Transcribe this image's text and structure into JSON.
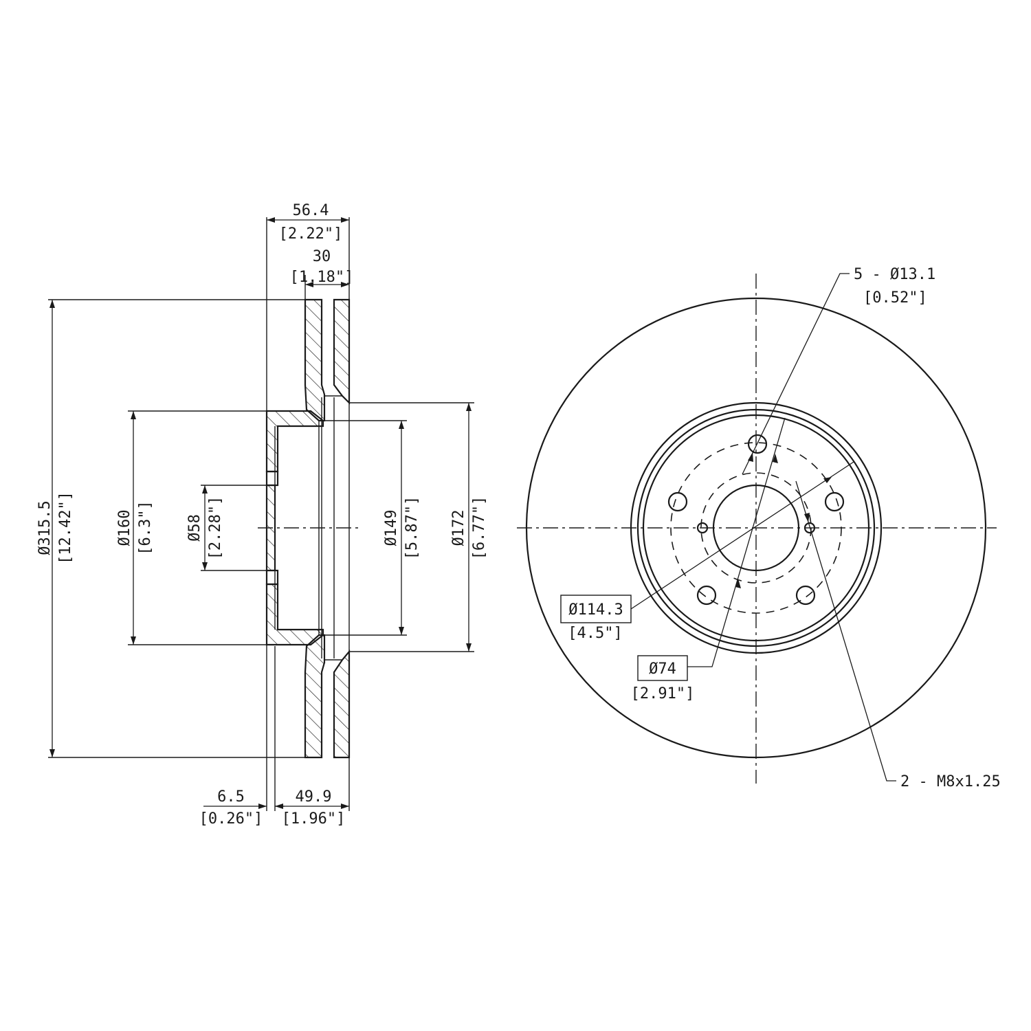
{
  "side_view": {
    "total_width": {
      "value": "56.4",
      "imperial": "[2.22\"]"
    },
    "friction_width": {
      "value": "30",
      "imperial": "[1.18\"]"
    },
    "outer_diameter": {
      "value": "Ø315.5",
      "imperial": "[12.42\"]"
    },
    "hat_diameter": {
      "value": "Ø160",
      "imperial": "[6.3\"]"
    },
    "center_bore": {
      "value": "Ø58",
      "imperial": "[2.28\"]"
    },
    "inner_bore_149": {
      "value": "Ø149",
      "imperial": "[5.87\"]"
    },
    "inner_diameter_172": {
      "value": "Ø172",
      "imperial": "[6.77\"]"
    },
    "hat_thickness": {
      "value": "6.5",
      "imperial": "[0.26\"]"
    },
    "hat_height": {
      "value": "49.9",
      "imperial": "[1.96\"]"
    }
  },
  "front_view": {
    "bolt_holes": {
      "value": "5 - Ø13.1",
      "imperial": "[0.52\"]"
    },
    "bolt_circle": {
      "value": "Ø114.3",
      "imperial": "[4.5\"]"
    },
    "center_hole": {
      "value": "Ø74",
      "imperial": "[2.91\"]"
    },
    "threaded_holes": {
      "value": "2 - M8x1.25"
    }
  }
}
